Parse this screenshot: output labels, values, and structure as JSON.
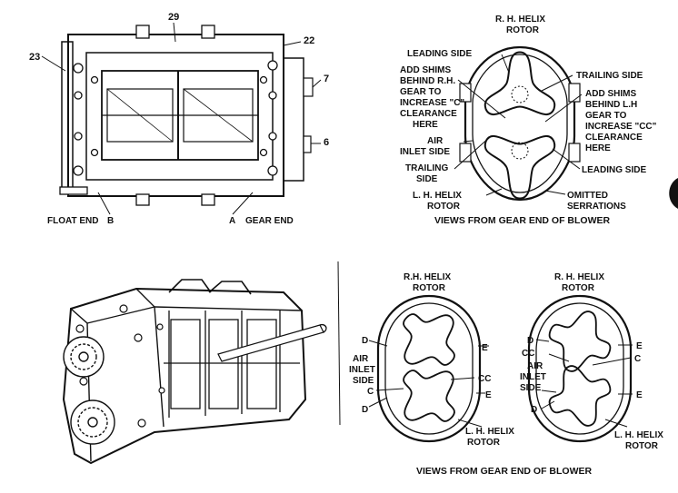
{
  "top_left": {
    "callouts": {
      "n29": "29",
      "n22": "22",
      "n23": "23",
      "n7": "7",
      "n6": "6"
    },
    "float_end": "FLOAT END",
    "b": "B",
    "a": "A",
    "gear_end": "GEAR END"
  },
  "top_right": {
    "rh_rotor_1": "R. H. HELIX",
    "rh_rotor_2": "ROTOR",
    "leading_left": "LEADING SIDE",
    "add_shims_rh": [
      "ADD SHIMS",
      "BEHIND R.H.",
      "GEAR TO",
      "INCREASE \"C\"",
      "CLEARANCE",
      "HERE"
    ],
    "air_inlet": [
      "AIR",
      "INLET SIDE"
    ],
    "trailing_left": [
      "TRAILING",
      "SIDE"
    ],
    "lh_rotor": [
      "L. H. HELIX",
      "ROTOR"
    ],
    "trailing_right": "TRAILING SIDE",
    "add_shims_lh": [
      "ADD SHIMS",
      "BEHIND L.H",
      "GEAR TO",
      "INCREASE \"CC\"",
      "CLEARANCE",
      "HERE"
    ],
    "leading_right": "LEADING SIDE",
    "omitted": [
      "OMITTED",
      "SERRATIONS"
    ],
    "caption": "VIEWS FROM GEAR END OF BLOWER"
  },
  "bottom_right": {
    "left_view": {
      "rh_rotor": [
        "R.H. HELIX",
        "ROTOR"
      ],
      "d_top": "D",
      "e_top": "E",
      "air_inlet": [
        "AIR",
        "INLET",
        "SIDE"
      ],
      "cc": "CC",
      "c": "C",
      "e_bottom": "E",
      "d_bottom": "D",
      "lh_rotor": [
        "L. H. HELIX",
        "ROTOR"
      ]
    },
    "right_view": {
      "rh_rotor": [
        "R. H. HELIX",
        "ROTOR"
      ],
      "d_top": "D",
      "cc": "CC",
      "e_top": "E",
      "c": "C",
      "air_inlet": [
        "AIR",
        "INLET",
        "SIDE"
      ],
      "e_bottom": "E",
      "d_bottom": "D",
      "lh_rotor": [
        "L. H. HELIX",
        "ROTOR"
      ]
    },
    "caption": "VIEWS FROM GEAR END OF BLOWER"
  }
}
